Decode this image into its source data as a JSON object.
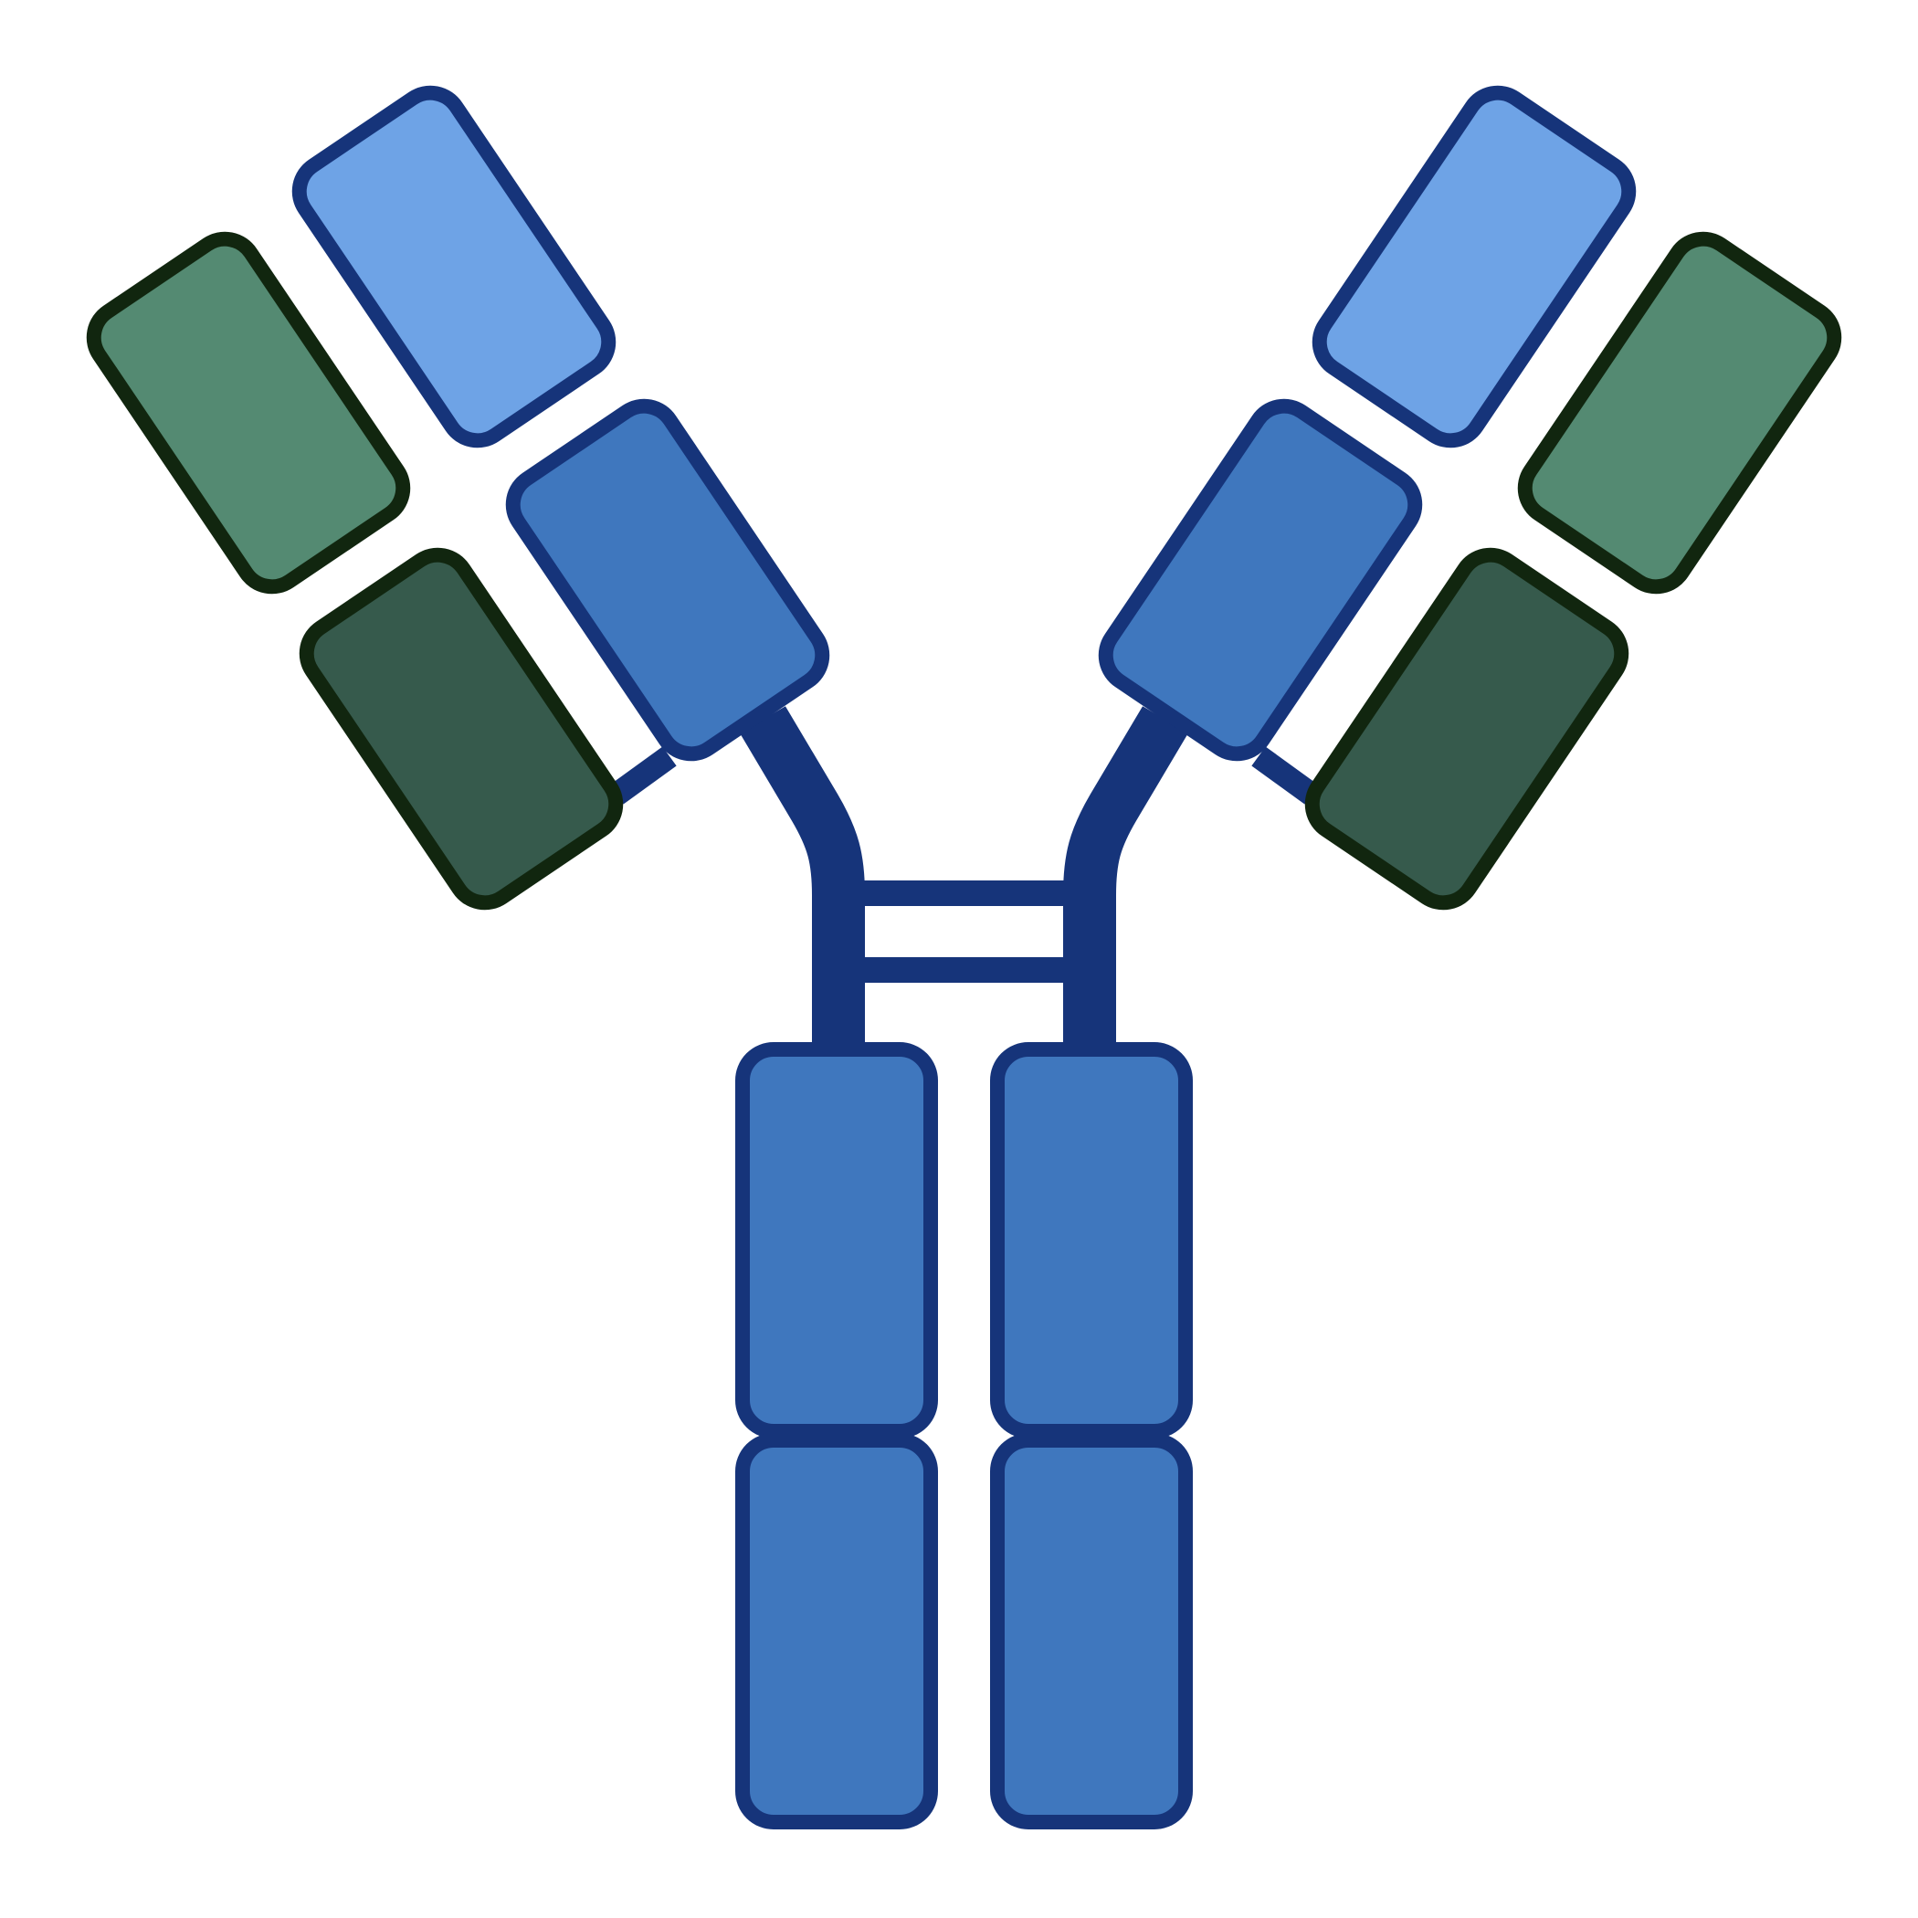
{
  "diagram": {
    "type": "antibody-schematic",
    "colors": {
      "background": "#ffffff",
      "heavy_chain_outline": "#16347a",
      "heavy_variable_fill": "#6ea3e6",
      "heavy_constant_fill": "#3f77be",
      "light_chain_outline": "#11260f",
      "light_variable_fill": "#548a72",
      "light_constant_fill": "#365a4c",
      "hinge_linker": "#16347a"
    },
    "domains": [
      {
        "name": "heavy-variable-domain-left",
        "chain": "heavy",
        "region": "variable"
      },
      {
        "name": "heavy-ch1-domain-left",
        "chain": "heavy",
        "region": "constant"
      },
      {
        "name": "light-variable-domain-left",
        "chain": "light",
        "region": "variable"
      },
      {
        "name": "light-constant-domain-left",
        "chain": "light",
        "region": "constant"
      },
      {
        "name": "heavy-variable-domain-right",
        "chain": "heavy",
        "region": "variable"
      },
      {
        "name": "heavy-ch1-domain-right",
        "chain": "heavy",
        "region": "constant"
      },
      {
        "name": "light-variable-domain-right",
        "chain": "light",
        "region": "variable"
      },
      {
        "name": "light-constant-domain-right",
        "chain": "light",
        "region": "constant"
      },
      {
        "name": "fc-ch2-domain-left",
        "chain": "heavy",
        "region": "constant"
      },
      {
        "name": "fc-ch3-domain-left",
        "chain": "heavy",
        "region": "constant"
      },
      {
        "name": "fc-ch2-domain-right",
        "chain": "heavy",
        "region": "constant"
      },
      {
        "name": "fc-ch3-domain-right",
        "chain": "heavy",
        "region": "constant"
      }
    ],
    "disulfide_bridges": 2
  }
}
